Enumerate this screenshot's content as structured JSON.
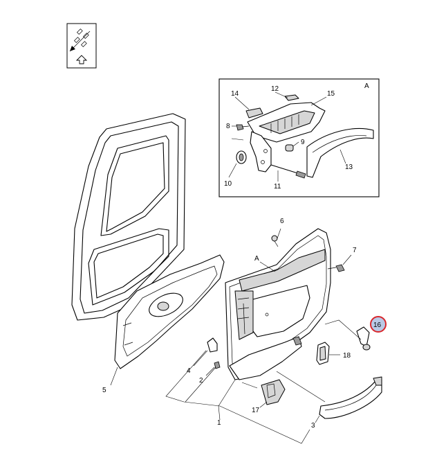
{
  "callouts": {
    "n1": "1",
    "n2": "2",
    "n3": "3",
    "n4": "4",
    "n5": "5",
    "n6": "6",
    "n7": "7",
    "n8": "8",
    "n9": "9",
    "n10": "10",
    "n11": "11",
    "n12": "12",
    "n13": "13",
    "n14": "14",
    "n15": "15",
    "n16": "16",
    "n17": "17",
    "n18": "18"
  },
  "detail_view": {
    "label": "A"
  },
  "main_view": {
    "ref_label": "A"
  },
  "highlight": {
    "callout": "16",
    "ring_color": "#d9262b",
    "fill_color": "#b9c9e6"
  },
  "orientation_icon": "vehicle-direction-arrow-icon"
}
